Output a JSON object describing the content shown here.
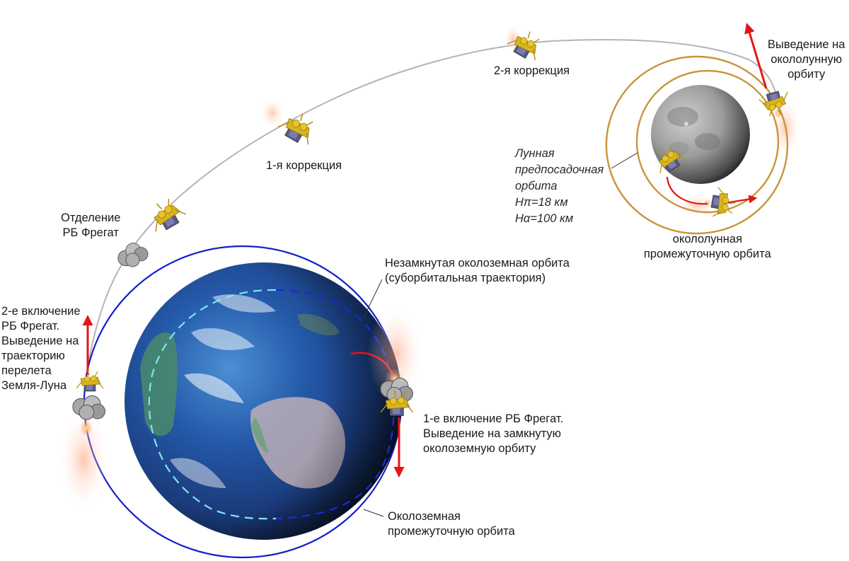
{
  "diagram": {
    "title": "Luna-25 mission flight scheme: Earth to Moon",
    "colors": {
      "earth_orbit": "#1420c8",
      "suborbital_dashed": "#1a2ad8",
      "suborbital_inner_dashed": "#7ee8f0",
      "transfer_trajectory": "#b4b4b4",
      "lunar_orbit": "#c8953a",
      "thrust_arrow": "#e61414",
      "plume": "#ffb070",
      "spacecraft_gold": "#d8b41e",
      "spacecraft_panel": "#6a6a9a",
      "fregat_grey": "#9a9a9a"
    },
    "labels": {
      "second_burn": {
        "lines": [
          "2-е включение",
          "РБ Фрегат.",
          "Выведение на",
          "траекторию",
          "перелета",
          "Земля-Луна"
        ]
      },
      "separation": {
        "lines": [
          "Отделение",
          "РБ Фрегат"
        ]
      },
      "first_correction": {
        "text": "1-я коррекция"
      },
      "second_correction": {
        "text": "2-я коррекция"
      },
      "lunar_orbit_insertion": {
        "lines": [
          "Выведение на",
          "окололунную",
          "орбиту"
        ]
      },
      "pre_landing_orbit": {
        "lines": [
          "Лунная",
          "предпосадочная",
          "орбита",
          "Hπ=18 км",
          "Hα=100 км"
        ]
      },
      "lunar_intermediate_orbit": {
        "lines": [
          "окололунная",
          "промежуточную орбита"
        ]
      },
      "suborbital": {
        "lines": [
          "Незамкнутая околоземная орбита",
          "(суборбитальная траектория)"
        ]
      },
      "first_burn": {
        "lines": [
          "1-е включение РБ Фрегат.",
          "Выведение на замкнутую",
          "околоземную орбиту"
        ]
      },
      "earth_intermediate_orbit": {
        "lines": [
          "Околоземная",
          "промежуточную орбита"
        ]
      }
    },
    "bodies": {
      "earth": "earth-globe",
      "moon": "moon-globe"
    }
  }
}
